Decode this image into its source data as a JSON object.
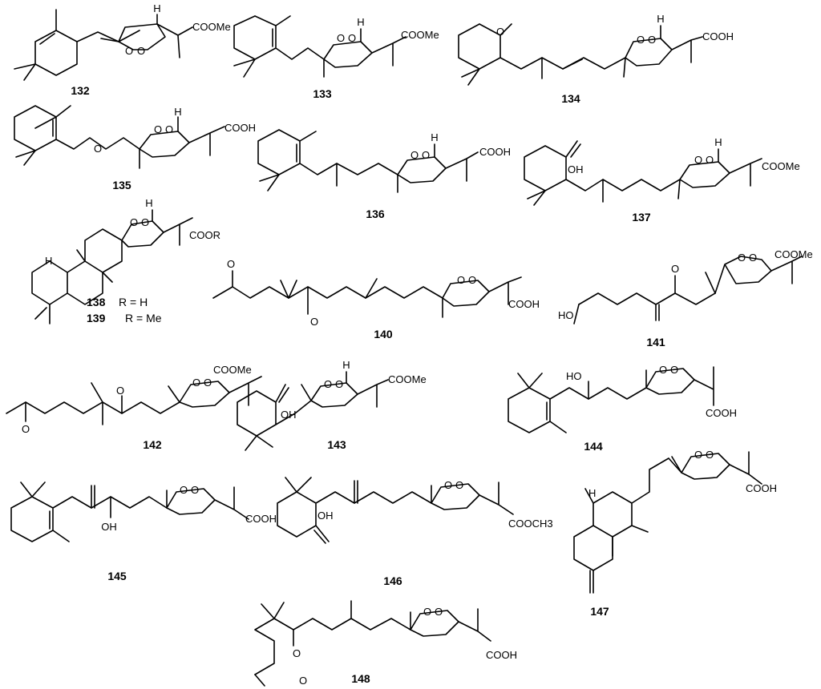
{
  "atoms": {
    "o": "O",
    "h": "H",
    "oh": "OH",
    "ho": "HO",
    "cooh": "COOH",
    "coome": "COOMe",
    "cooch3": "COOCH3",
    "coor": "COOR"
  },
  "compounds": [
    {
      "id": "132"
    },
    {
      "id": "133"
    },
    {
      "id": "134"
    },
    {
      "id": "135"
    },
    {
      "id": "136"
    },
    {
      "id": "137"
    },
    {
      "id": "138"
    },
    {
      "id": "139"
    },
    {
      "id": "140"
    },
    {
      "id": "141"
    },
    {
      "id": "142"
    },
    {
      "id": "143"
    },
    {
      "id": "144"
    },
    {
      "id": "145"
    },
    {
      "id": "146"
    },
    {
      "id": "147"
    },
    {
      "id": "148"
    }
  ],
  "substituent_note": {
    "r_h": "R = H",
    "r_me": "R = Me"
  }
}
